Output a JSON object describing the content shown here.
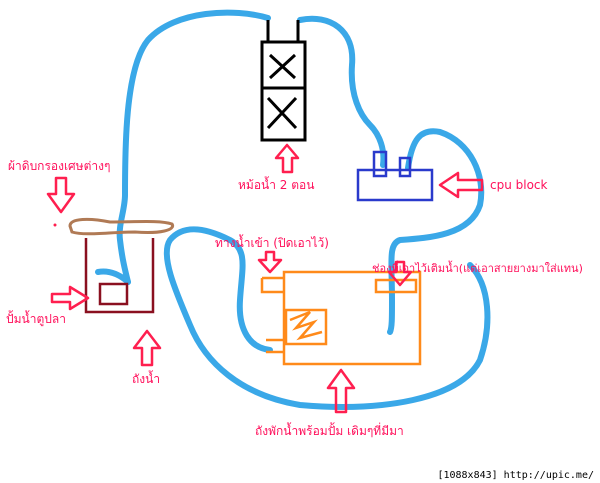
{
  "labels": {
    "filter": "ผ้าดิบกรองเศษต่างๆ",
    "radiator": "หม้อน้ำ 2 ตอน",
    "cpu": "cpu block",
    "inlet": "ทางน้ำเข้า (ปิดเอาไว้)",
    "fillport": "ช่องที่เอาไว้เติมน้ำ(แต่เอาสายยางมาใส่แทน)",
    "pump": "ปั้มน้ำตูปลา",
    "tank": "ถังน้ำ",
    "reservoir": "ถังพักน้ำพร้อมปั้ม เดิมๆที่มีมา"
  },
  "footer": "[1088x843] http://upic.me/",
  "colors": {
    "tube": "#3aa8e8",
    "radiator": "#000000",
    "cpu": "#2a3acc",
    "reservoir": "#ff8a1a",
    "tank": "#8a1020",
    "filter": "#b07a55",
    "arrow": "#ff1f4f",
    "label": "#ff0f5a"
  }
}
